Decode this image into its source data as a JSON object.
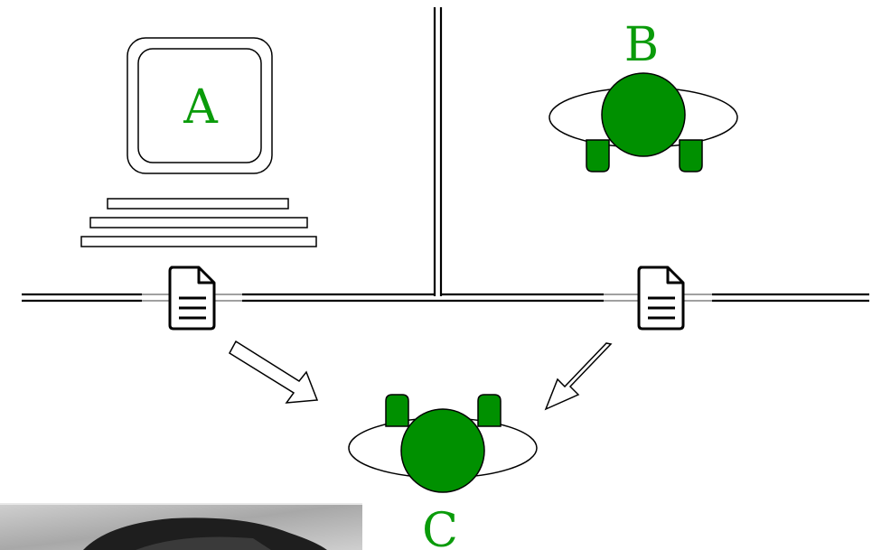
{
  "labels": {
    "computer": "A",
    "person_top": "B",
    "interrogator": "C"
  },
  "icons": {
    "computer": "computer-monitor-icon",
    "person": "person-topdown-icon",
    "document": "document-icon",
    "arrow": "outline-arrow-icon",
    "photo": "grayscale-photo-fragment"
  },
  "colors": {
    "label": "#0a9b0a",
    "person_fill": "#009000",
    "stroke": "#000000",
    "background": "#ffffff"
  }
}
